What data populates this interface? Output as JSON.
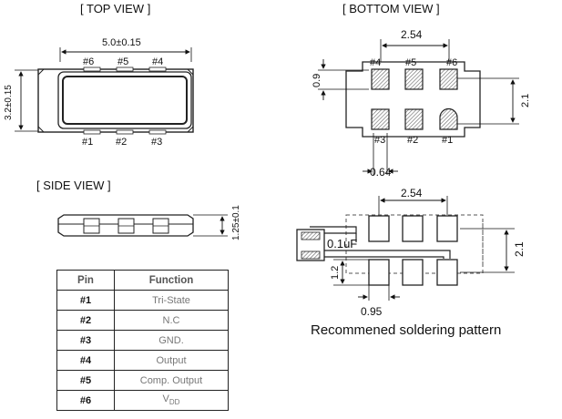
{
  "views": {
    "top": "[ TOP VIEW ]",
    "bottom": "[ BOTTOM  VIEW ]",
    "side": "[ SIDE VIEW ]"
  },
  "top_view": {
    "width_dim": "5.0±0.15",
    "height_dim": "3.2±0.15",
    "pins_top": [
      "#6",
      "#5",
      "#4"
    ],
    "pins_bottom": [
      "#1",
      "#2",
      "#3"
    ]
  },
  "bottom_view": {
    "pitch": "2.54",
    "pad_height": "0.9",
    "row_spacing": "2.1",
    "pad_width": "0.64",
    "pins_top": [
      "#4",
      "#5",
      "#6"
    ],
    "pins_bottom": [
      "#3",
      "#2",
      "#1"
    ]
  },
  "side_view": {
    "thickness": "1.25±0.1"
  },
  "soldering": {
    "pitch": "2.54",
    "row_spacing": "2.1",
    "capacitor": "0.1uF",
    "pad_dim": "1.2",
    "pad_width": "0.95",
    "caption": "Recommened soldering pattern"
  },
  "pin_table": {
    "headers": [
      "Pin",
      "Function"
    ],
    "rows": [
      {
        "pin": "#1",
        "function": "Tri-State"
      },
      {
        "pin": "#2",
        "function": "N.C"
      },
      {
        "pin": "#3",
        "function": "GND."
      },
      {
        "pin": "#4",
        "function": "Output"
      },
      {
        "pin": "#5",
        "function": "Comp. Output"
      },
      {
        "pin": "#6",
        "function": "V",
        "function_sub": "DD"
      }
    ]
  }
}
